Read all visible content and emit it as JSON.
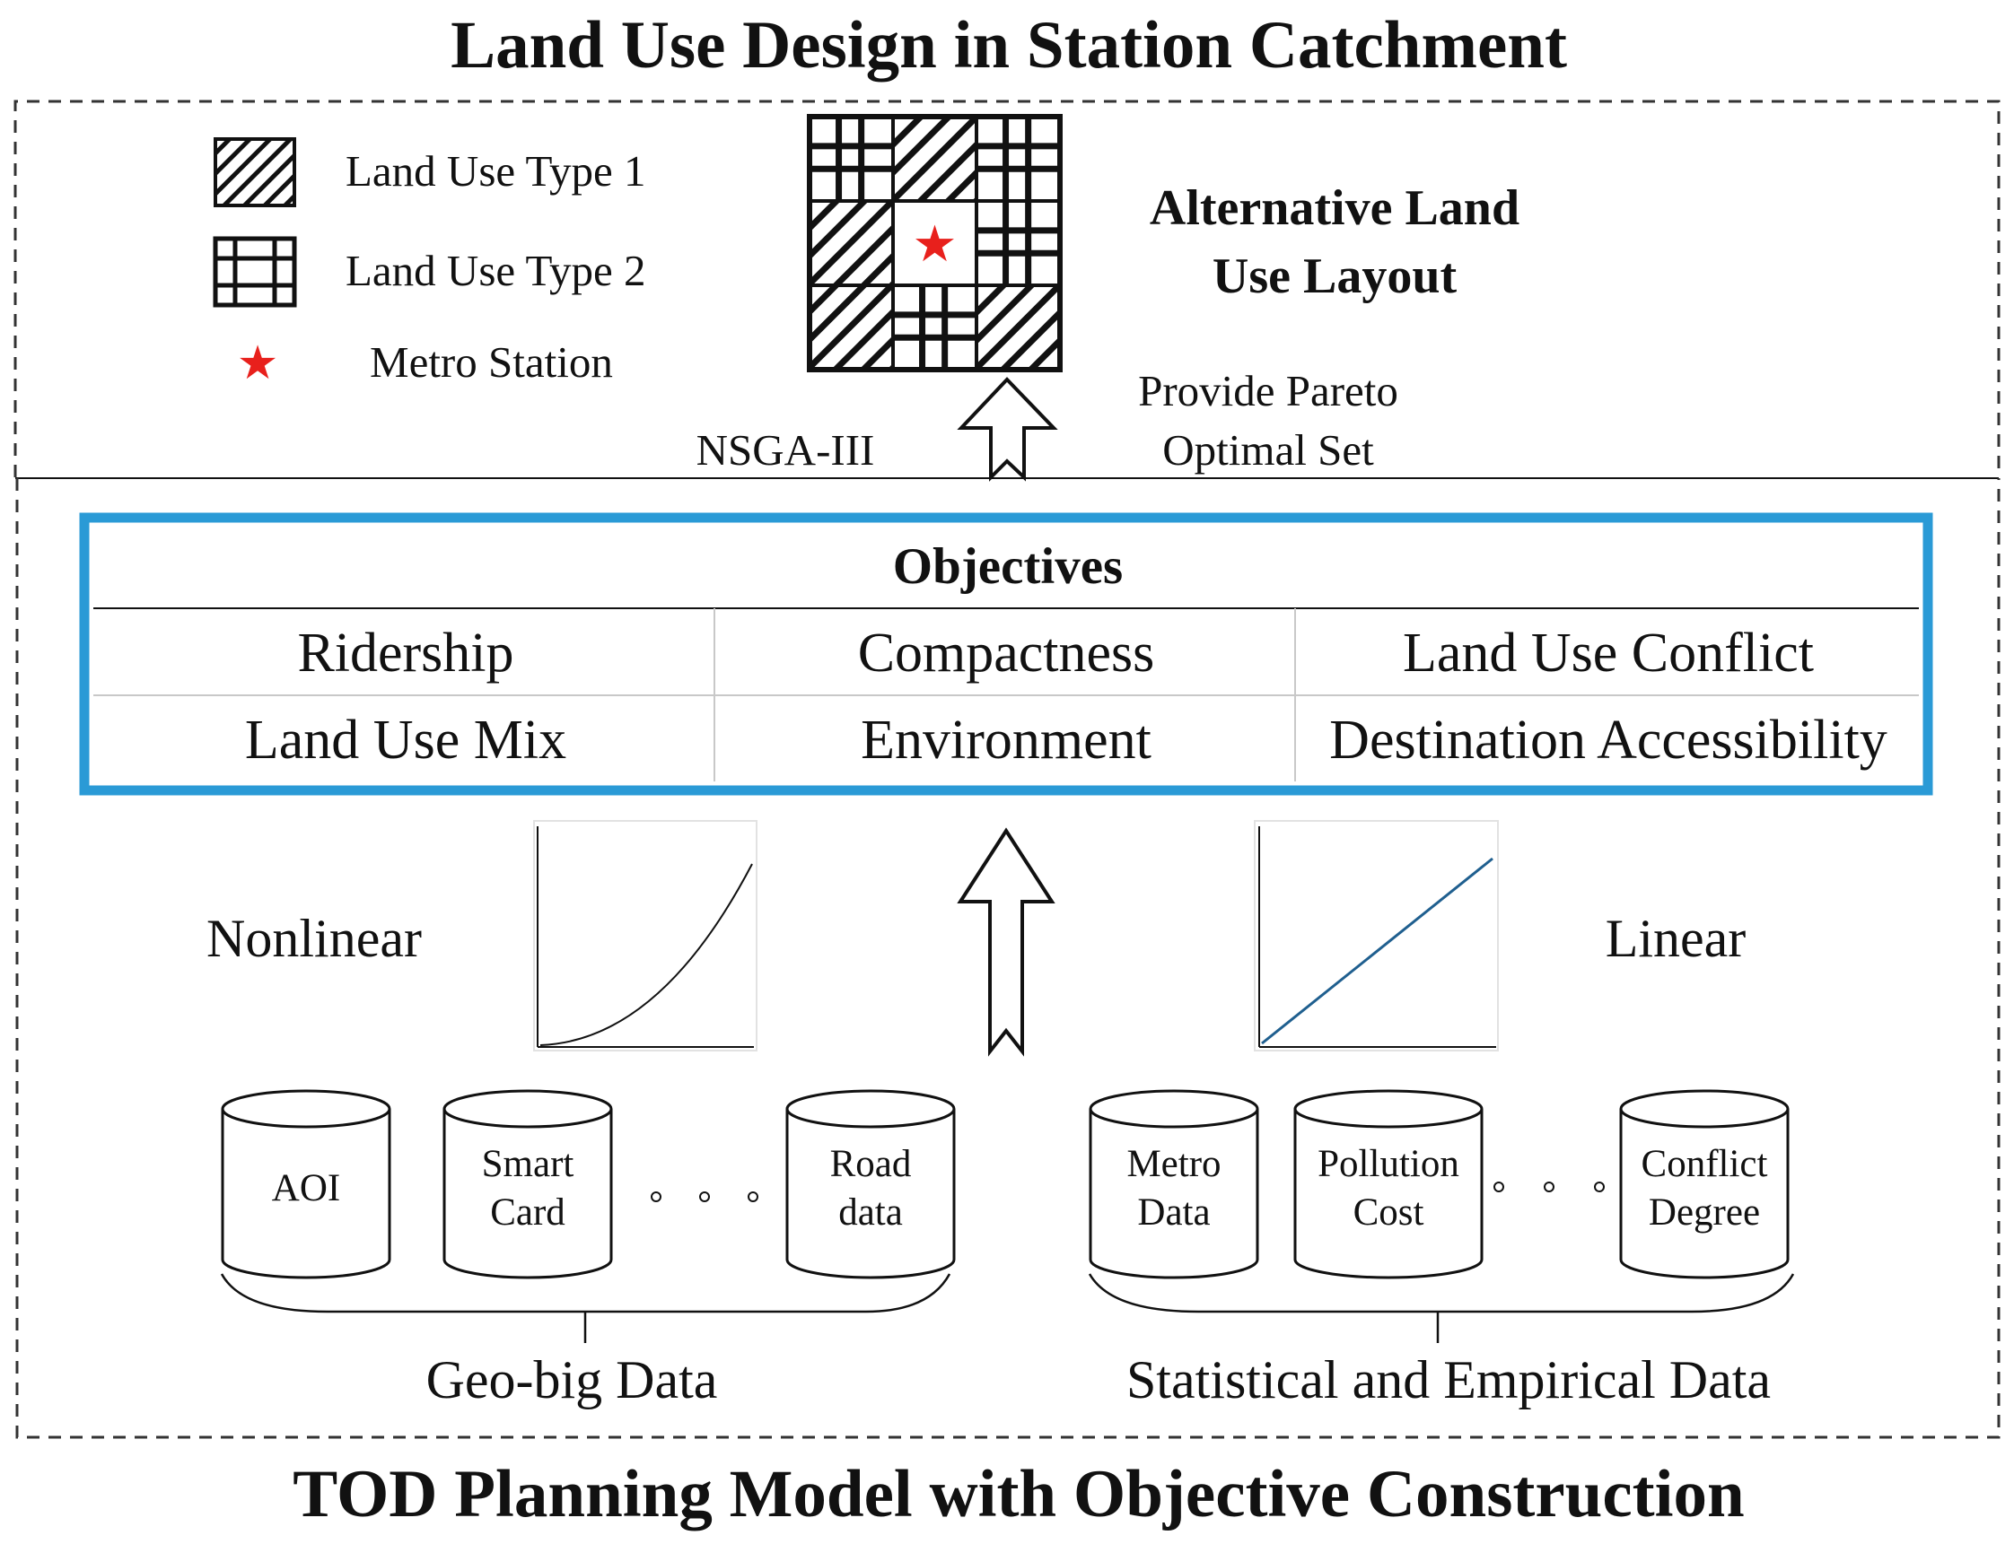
{
  "header": {
    "title": "Land Use Design in Station Catchment"
  },
  "legend": {
    "type1": "Land Use Type 1",
    "type2": "Land Use Type 2",
    "station": "Metro Station"
  },
  "layout": {
    "title_line1": "Alternative Land",
    "title_line2": "Use Layout",
    "pareto_line1": "Provide Pareto",
    "pareto_line2": "Optimal Set",
    "algorithm": "NSGA-III"
  },
  "objectives": {
    "header": "Objectives",
    "row1": [
      "Ridership",
      "Compactness",
      "Land Use Conflict"
    ],
    "row2": [
      "Land Use Mix",
      "Environment",
      "Destination Accessibility"
    ]
  },
  "relations": {
    "nonlinear": "Nonlinear",
    "linear": "Linear"
  },
  "databases": {
    "geo": {
      "items": [
        [
          "AOI"
        ],
        [
          "Smart",
          "Card"
        ],
        [
          "Road",
          "data"
        ]
      ],
      "label": "Geo-big Data"
    },
    "stat": {
      "items": [
        [
          "Metro",
          "Data"
        ],
        [
          "Pollution",
          "Cost"
        ],
        [
          "Conflict",
          "Degree"
        ]
      ],
      "label": "Statistical and Empirical Data"
    }
  },
  "footer": {
    "title": "TOD Planning Model with Objective Construction"
  },
  "colors": {
    "accent_blue": "#2a9ad6",
    "star_red": "#e8201c",
    "line_blue": "#1f5f8f"
  }
}
